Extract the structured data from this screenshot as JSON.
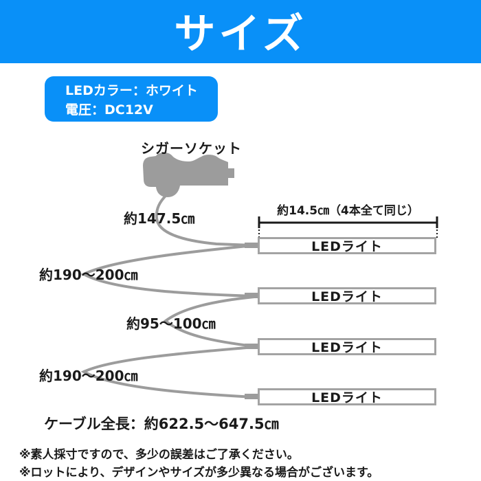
{
  "colors": {
    "accent_blue": "#0990f8",
    "cable_gray": "#9c9c9c",
    "bar_border_gray": "#a3a3a3",
    "text_black": "#1a1a1a",
    "background": "#ffffff"
  },
  "header": {
    "title": "サイズ"
  },
  "spec_box": {
    "lines": [
      "LEDカラー：ホワイト",
      "電圧：DC12V"
    ]
  },
  "diagram": {
    "socket_label": "シガーソケット",
    "bracket_label": "約14.5㎝（4本全て同じ）",
    "cable_segments": [
      {
        "label": "約147.5㎝"
      },
      {
        "label": "約190～200㎝"
      },
      {
        "label": "約95～100㎝"
      },
      {
        "label": "約190～200㎝"
      }
    ],
    "led_bars": [
      "LEDライト",
      "LEDライト",
      "LEDライト",
      "LEDライト"
    ],
    "total_length": "ケーブル全長：約622.5～647.5㎝"
  },
  "footnotes": [
    "※素人採寸ですので、多少の誤差はご了承ください。",
    "※ロットにより、デザインやサイズが多少異なる場合がございます。"
  ]
}
